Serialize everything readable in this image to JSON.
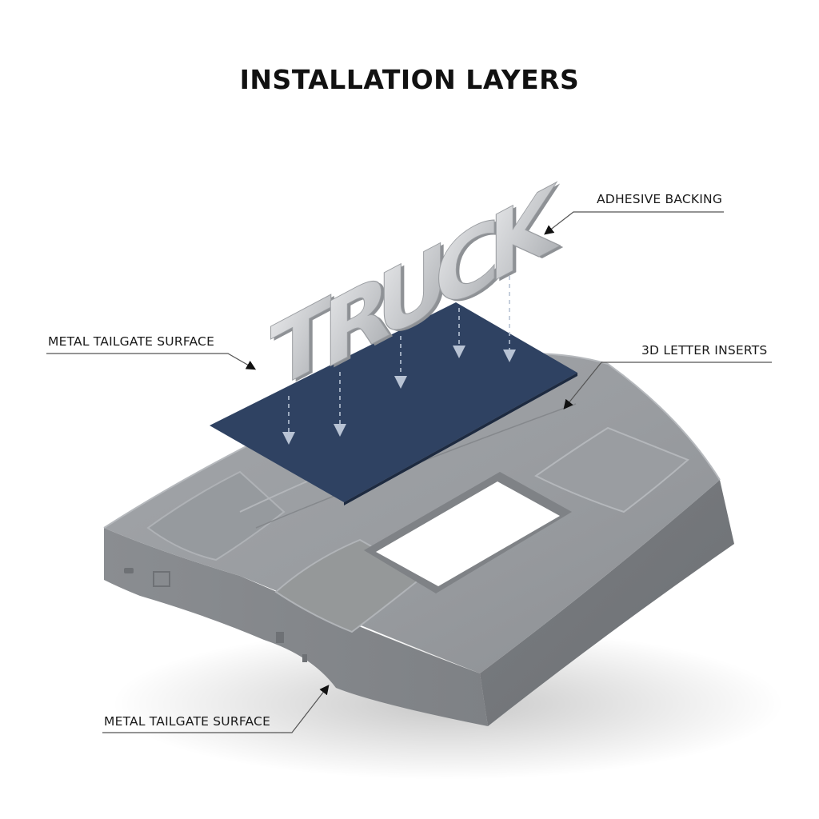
{
  "diagram": {
    "title": "INSTALLATION LAYERS",
    "word_letters": [
      "T",
      "R",
      "U",
      "C",
      "K"
    ],
    "callouts": [
      {
        "id": "adhesive-backing",
        "label": "ADHESIVE BACKING",
        "side": "right"
      },
      {
        "id": "metal-tailgate-surface-top",
        "label": "METAL TAILGATE SURFACE",
        "side": "left"
      },
      {
        "id": "3d-letter-inserts",
        "label": "3D LETTER INSERTS",
        "side": "right"
      },
      {
        "id": "metal-tailgate-surface-bottom",
        "label": "METAL TAILGATE SURFACE",
        "side": "left"
      }
    ],
    "layers": [
      {
        "name": "3D letter inserts",
        "color": "#c4c6c9"
      },
      {
        "name": "Adhesive backing sheet",
        "color": "#2f4262"
      },
      {
        "name": "Metal tailgate panel",
        "color": "#8f9296"
      }
    ]
  }
}
